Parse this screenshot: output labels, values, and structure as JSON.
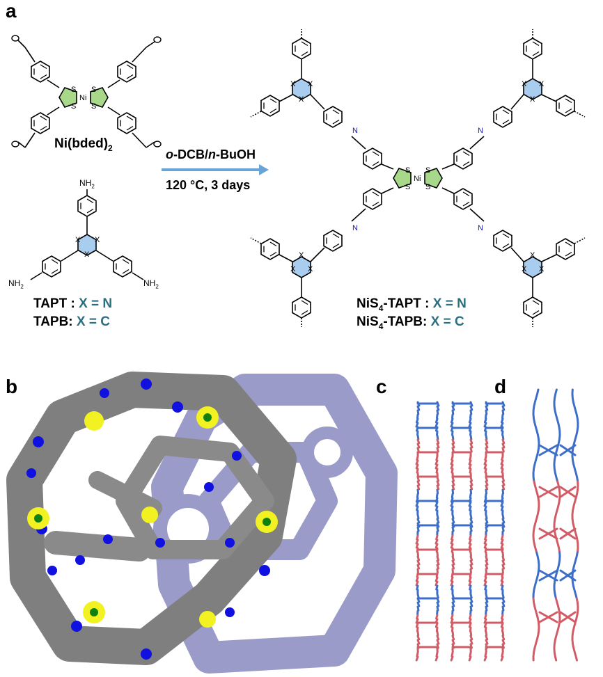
{
  "panels": {
    "a": "a",
    "b": "b",
    "c": "c",
    "d": "d"
  },
  "reaction": {
    "solvent": "o-DCB/n-BuOH",
    "solvent_o": "o",
    "solvent_mid": "-DCB/",
    "solvent_n": "n",
    "solvent_end": "-BuOH",
    "conditions": "120 °C, 3 days"
  },
  "reactants": {
    "monomer1": "Ni(bded)",
    "monomer1_sub": "2",
    "tapt_name": "TAPT :",
    "tapt_def": "X = N",
    "tapb_name": "TAPB:",
    "tapb_def": "X = C",
    "nh2": "NH",
    "nh2_sub": "2"
  },
  "products": {
    "tapt_name_pre": "NiS",
    "tapt_name_sub": "4",
    "tapt_name_post": "-TAPT :",
    "tapt_def": "X = N",
    "tapb_name_pre": "NiS",
    "tapb_name_sub": "4",
    "tapb_name_post": "-TAPB:",
    "tapb_def": "X = C"
  },
  "atoms": {
    "S": "S",
    "Ni": "Ni",
    "X": "X",
    "N": "N"
  },
  "colors": {
    "dithiolene_fill": "#a8d88a",
    "triazine_fill": "#a8cdee",
    "arrow": "#6aa3d6",
    "label_teal": "#2a6f80",
    "carbon_gray": "#808080",
    "nitrogen_blue": "#1010e0",
    "sulfur_yellow": "#f0f020",
    "nickel_green": "#108010",
    "overlay_purple": "#7070b0",
    "stack_blue": "#3d6fc9",
    "stack_red": "#d25c66"
  }
}
